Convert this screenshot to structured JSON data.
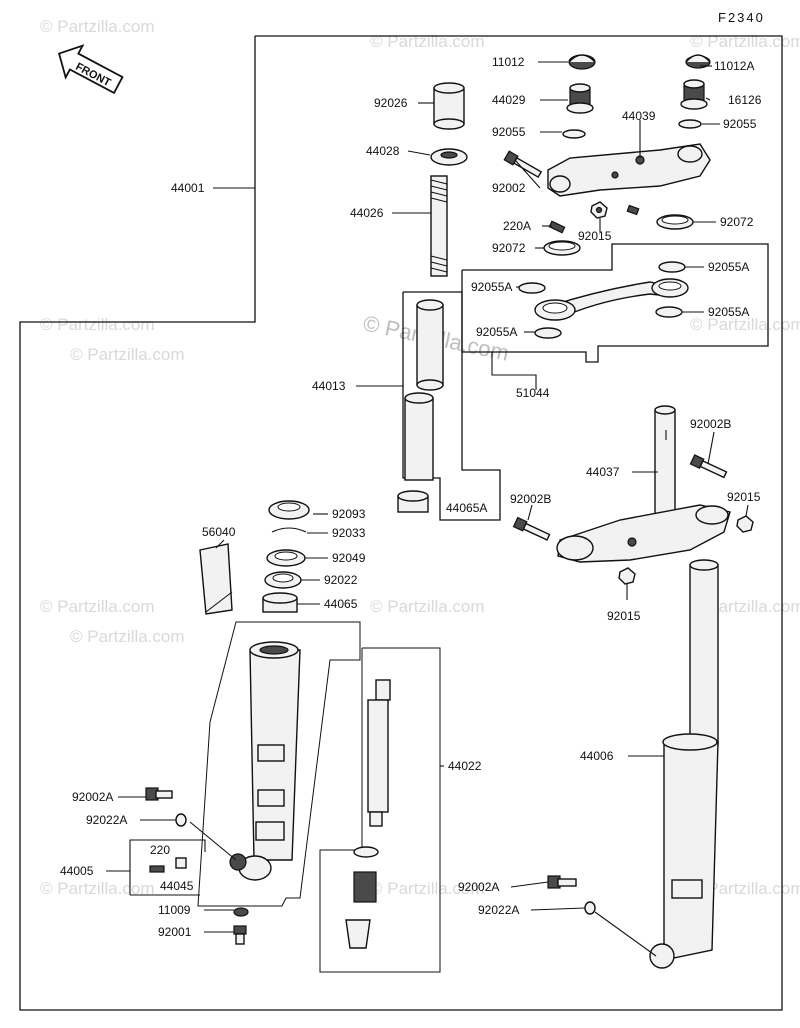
{
  "diagram_code": "F2340",
  "front_label": "FRONT",
  "watermark": "© Partzilla.com",
  "watermark_small": "© Partzilla.com",
  "labels": {
    "p11012": "11012",
    "p11012A": "11012A",
    "p44029": "44029",
    "p16126": "16126",
    "p92026": "92026",
    "p92055_l": "92055",
    "p92055_r": "92055",
    "p44039": "44039",
    "p44028": "44028",
    "p92002": "92002",
    "p44001": "44001",
    "p44026": "44026",
    "p220A": "220A",
    "p92015_top": "92015",
    "p92072_r": "92072",
    "p92072_l": "92072",
    "p92055A_1": "92055A",
    "p92055A_2": "92055A",
    "p92055A_3": "92055A",
    "p92055A_4": "92055A",
    "p51044": "51044",
    "p44013": "44013",
    "p92002B_r": "92002B",
    "p44037": "44037",
    "p92015_r": "92015",
    "p92002B_l": "92002B",
    "p44065A": "44065A",
    "p92093": "92093",
    "p92033": "92033",
    "p56040": "56040",
    "p92049": "92049",
    "p92022": "92022",
    "p44065": "44065",
    "p92015_b": "92015",
    "p44022": "44022",
    "p44006": "44006",
    "p92002A_l": "92002A",
    "p92022A_l": "92022A",
    "p220": "220",
    "p44005": "44005",
    "p44045": "44045",
    "p11009": "11009",
    "p92001": "92001",
    "p92002A_r": "92002A",
    "p92022A_r": "92022A"
  }
}
